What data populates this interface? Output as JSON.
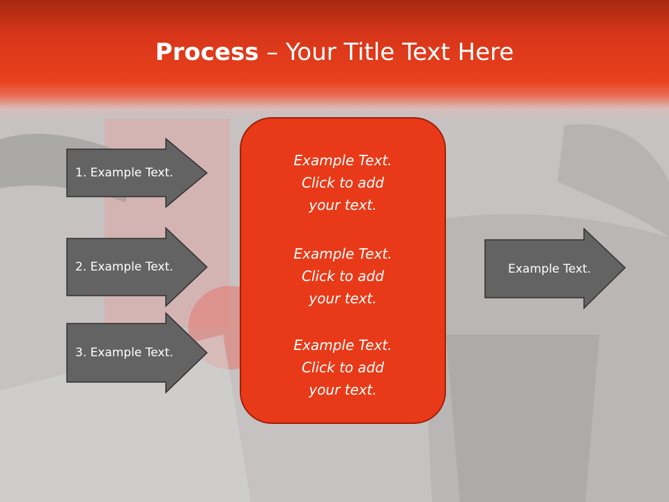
{
  "title": {
    "bold": "Process",
    "rest": " – Your Title Text Here"
  },
  "left_arrows": [
    {
      "label": "1. Example Text."
    },
    {
      "label": "2. Example Text."
    },
    {
      "label": "3. Example Text."
    }
  ],
  "center_blocks": [
    {
      "line1": "Example Text.",
      "line2": "Click  to add",
      "line3": "your text."
    },
    {
      "line1": "Example Text.",
      "line2": "Click  to add",
      "line3": "your text."
    },
    {
      "line1": "Example Text.",
      "line2": "Click  to add",
      "line3": "your text."
    }
  ],
  "right_arrow": {
    "label": "Example Text."
  },
  "colors": {
    "accent": "#e83a18",
    "arrow_fill": "#636363",
    "header_dark": "#a52810"
  }
}
